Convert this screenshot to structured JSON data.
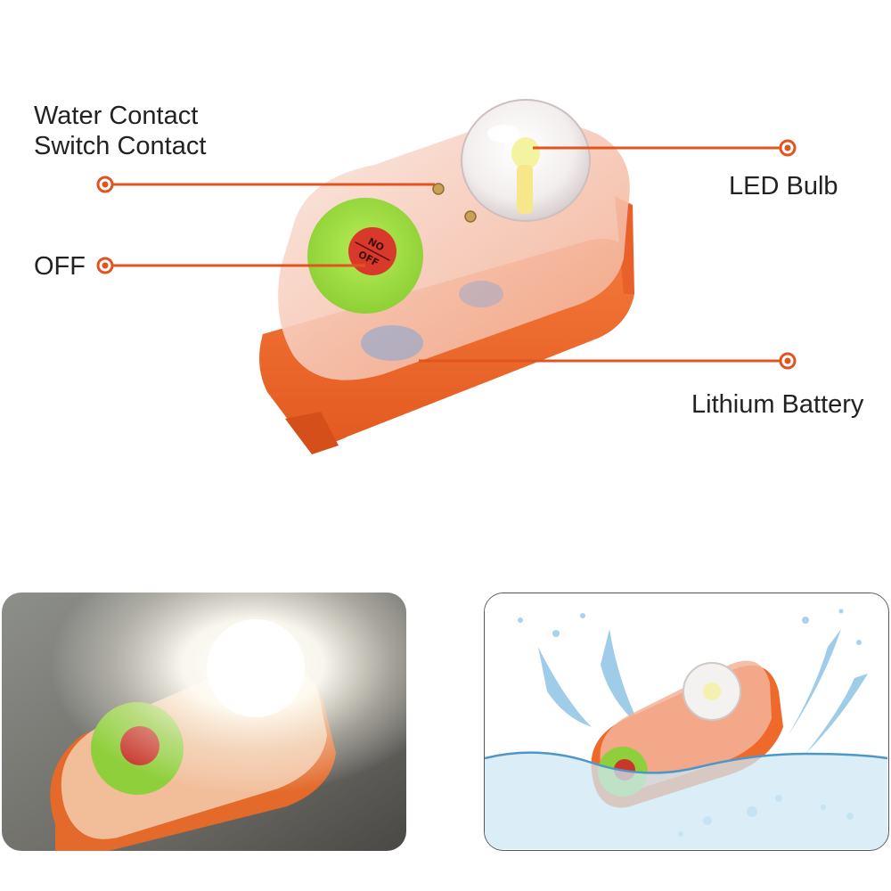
{
  "callouts": {
    "water_contact_line1": "Water Contact",
    "water_contact_line2": "Switch Contact",
    "off": "OFF",
    "led_bulb": "LED Bulb",
    "lithium_battery": "Lithium Battery"
  },
  "switch": {
    "on_text": "ON",
    "off_text": "OFF"
  },
  "colors": {
    "housing_orange": "#ef6a2a",
    "leader_line": "#e2541f",
    "button_green": "#9bdc3c",
    "switch_red": "#d9392a",
    "water_blue": "#5aa9d8"
  }
}
